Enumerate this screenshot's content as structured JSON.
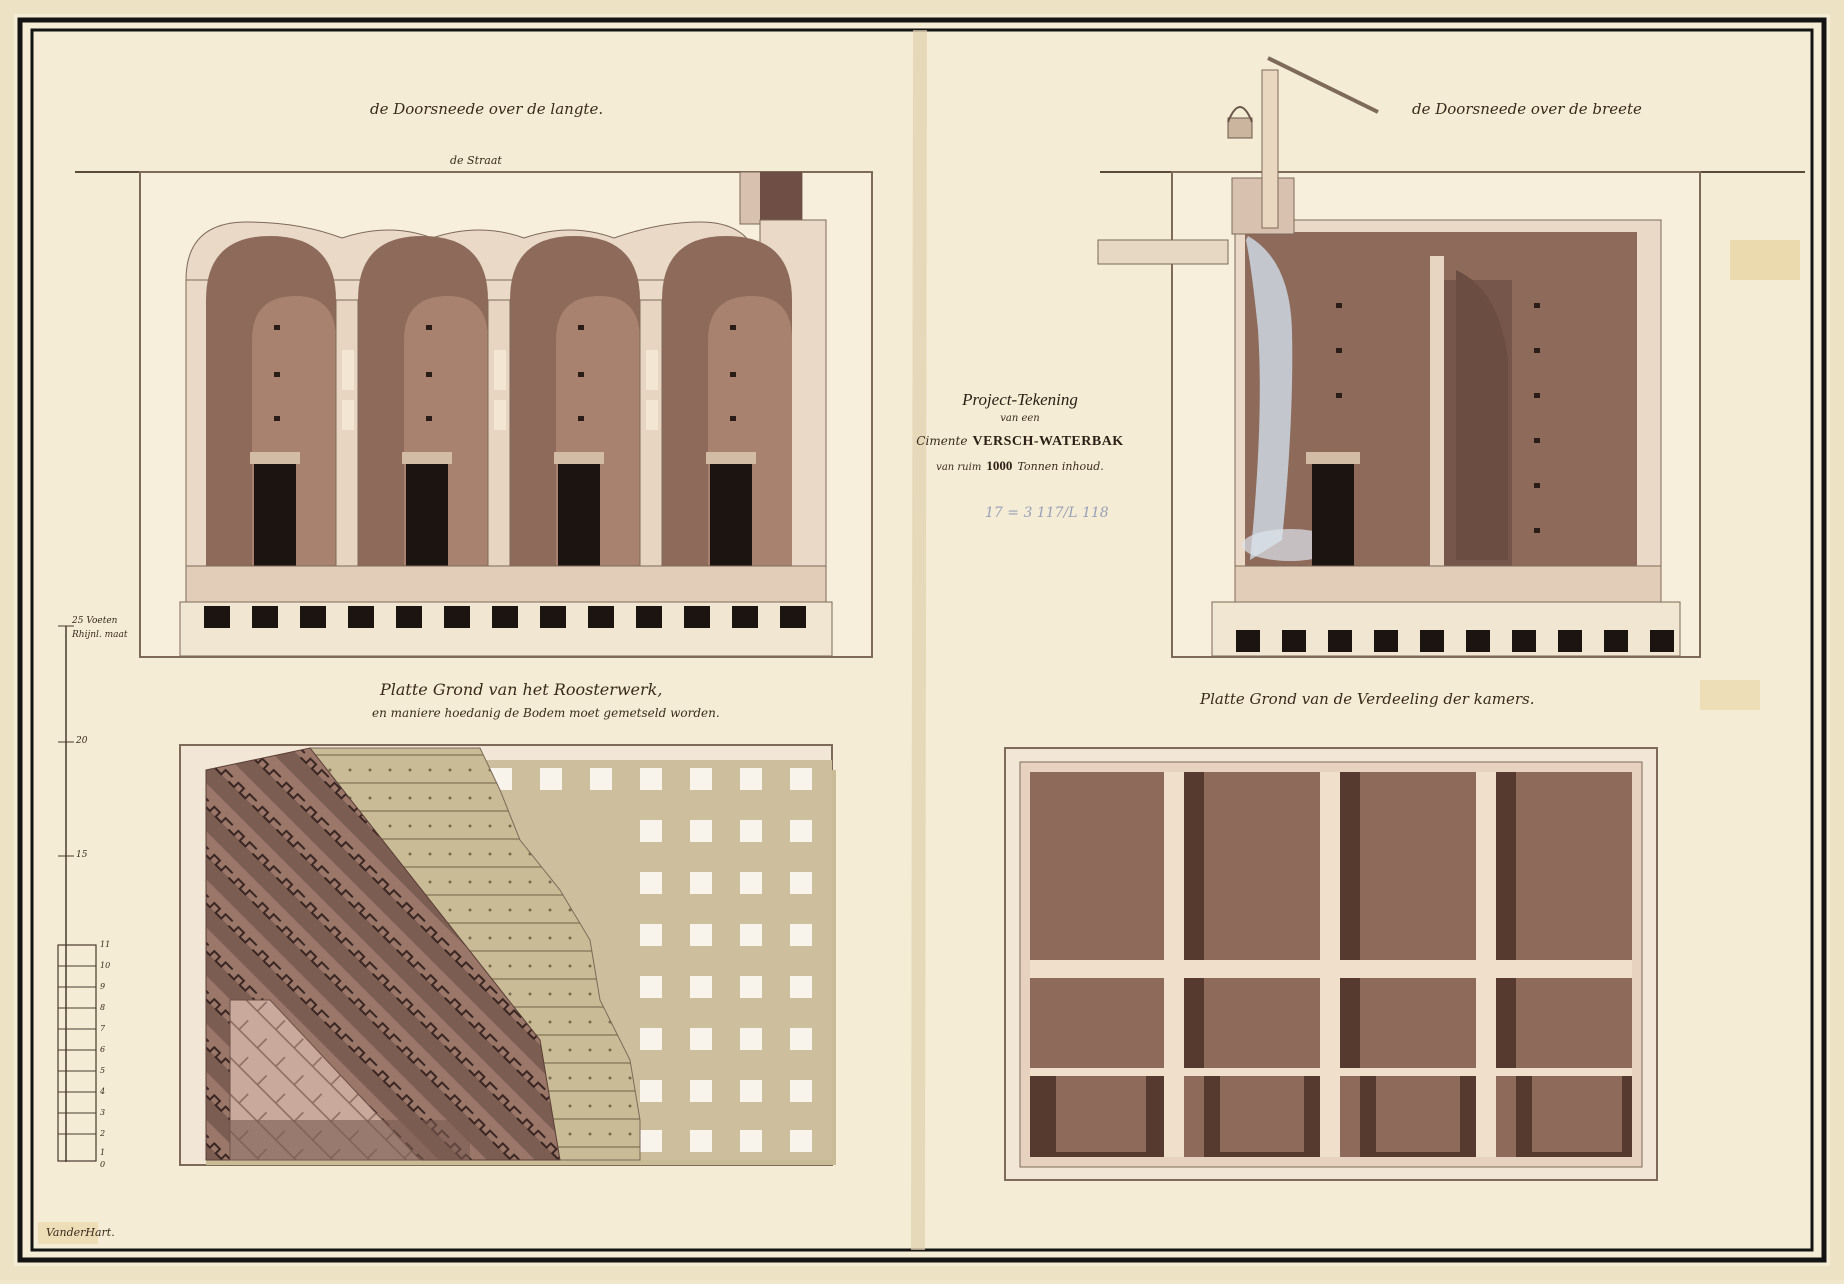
{
  "title_block": {
    "line1": "Project-Tekening",
    "line2": "van een",
    "line3_prefix": "Cimente",
    "line3_main": "VERSCH-WATERBAK",
    "line4_prefix": "van ruim",
    "line4_number": "1000",
    "line4_suffix": "Tonnen inhoud.",
    "pencil_note": "17 = 3 117/L 118"
  },
  "sections": {
    "length_section_label": "de Doorsneede over de langte.",
    "street_label": "de Straat",
    "width_section_label": "de Doorsneede over de breete"
  },
  "plans": {
    "grid_plan_line1": "Platte Grond van het Roosterwerk,",
    "grid_plan_line2": "en maniere hoedanig de Bodem moet gemetseld worden.",
    "chamber_plan_label": "Platte Grond van de Verdeeling der kamers."
  },
  "scale_bar": {
    "label_line1": "25 Voeten",
    "label_line2": "Rhijnl. maat",
    "ticks": [
      "25",
      "20",
      "15",
      "11",
      "10",
      "9",
      "8",
      "7",
      "6",
      "5",
      "4",
      "3",
      "2",
      "1",
      "0"
    ]
  },
  "signature": "VanderHart.",
  "colors": {
    "paper": "#f3ebd2",
    "wash_dark": "#8d6a5a",
    "wash_mid": "#a8816f",
    "opening": "#1b1410",
    "stone": "#eadcc4",
    "grid_stone": "#d6caa6",
    "border": "#1a1a1a"
  }
}
